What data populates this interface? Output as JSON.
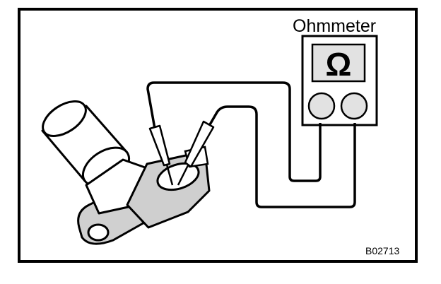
{
  "meter": {
    "label": "Ohmmeter",
    "symbol": "Ω"
  },
  "figure": {
    "code": "B02713"
  },
  "colors": {
    "ink": "#000000",
    "paper": "#ffffff",
    "shade": "#bfbfbf",
    "screen": "#e2e2e2"
  }
}
